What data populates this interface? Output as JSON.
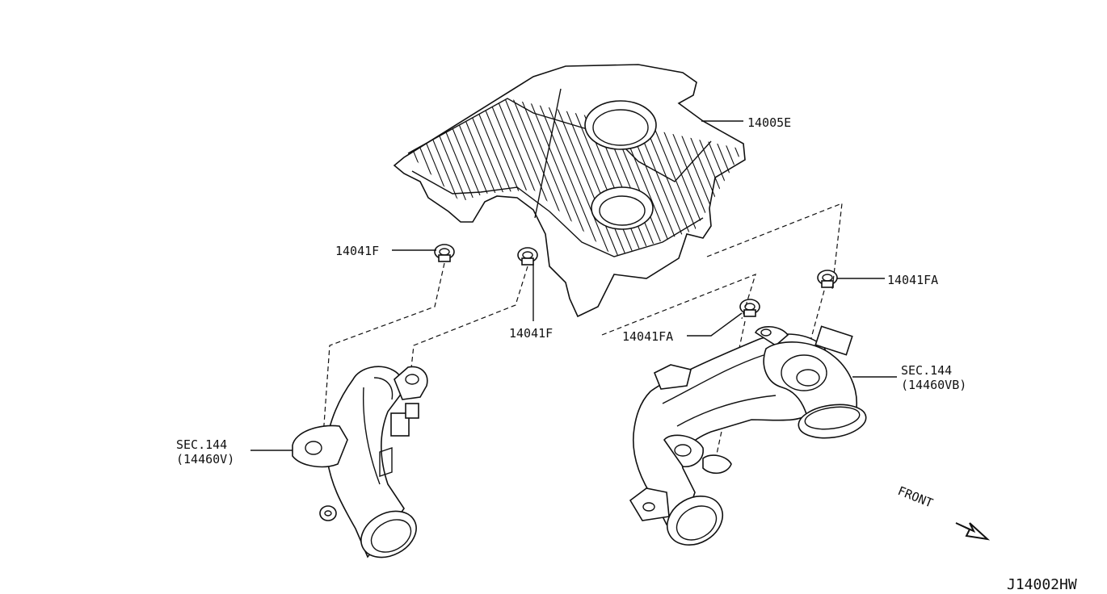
{
  "labels": {
    "cover": "14005E",
    "clip_upper_left": "14041F",
    "clip_center": "14041F",
    "clip_upper_right": "14041FA",
    "clip_lower_center": "14041FA",
    "left_pipe_sec": "SEC.144",
    "left_pipe_part": "(14460V)",
    "right_pipe_sec": "SEC.144",
    "right_pipe_part": "(14460VB)",
    "front": "FRONT",
    "diagram_code": "J14002HW"
  }
}
